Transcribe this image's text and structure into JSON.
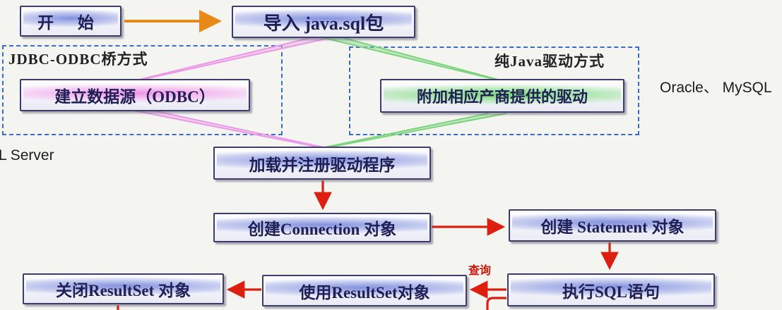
{
  "diagram": {
    "title_hint": "JDBC database access flow",
    "nodes": {
      "start": {
        "label": "开 始"
      },
      "import_sql": {
        "label": "导入 java.sql包"
      },
      "build_odbc": {
        "label": "建立数据源（ODBC）"
      },
      "add_driver": {
        "label": "附加相应产商提供的驱动"
      },
      "load_driver": {
        "label": "加载并注册驱动程序"
      },
      "create_connection": {
        "label": "创建Connection 对象"
      },
      "create_statement": {
        "label": "创建 Statement 对象"
      },
      "execute_sql": {
        "label": "执行SQL语句"
      },
      "use_resultset": {
        "label": "使用ResultSet对象"
      },
      "close_resultset": {
        "label": "关闭ResultSet 对象"
      }
    },
    "groups": {
      "jdbc_odbc_bridge": {
        "label": "JDBC-ODBC桥方式"
      },
      "pure_java_driver": {
        "label": "纯Java驱动方式"
      }
    },
    "annotations": {
      "oracle_mysql": "Oracle、 MySQL",
      "sql_server": "L Server",
      "query_edge_label": "查询"
    },
    "colors": {
      "box_border": "#3d3d6b",
      "box_text": "#1f1f55",
      "dashed_border": "#3b6cc9",
      "arrow_red": "#dd1f10",
      "arrow_orange": "#e88a1a",
      "beam_pink": "#ea9ae6",
      "beam_green": "#7ed47e",
      "background": "#f4f4f1"
    }
  }
}
